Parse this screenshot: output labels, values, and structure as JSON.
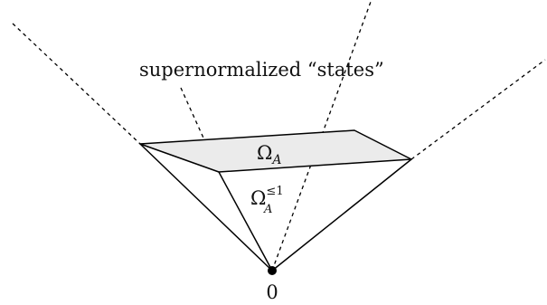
{
  "labels": {
    "supernormalized": "supernormalized “states”",
    "omega": "Ω",
    "omega_sub": "A",
    "omega_sub_le": "A",
    "omega_sup_le": "≤1",
    "origin": "0"
  },
  "colors": {
    "stroke": "#000000",
    "fill_face": "#ebebeb",
    "background": "#ffffff"
  }
}
